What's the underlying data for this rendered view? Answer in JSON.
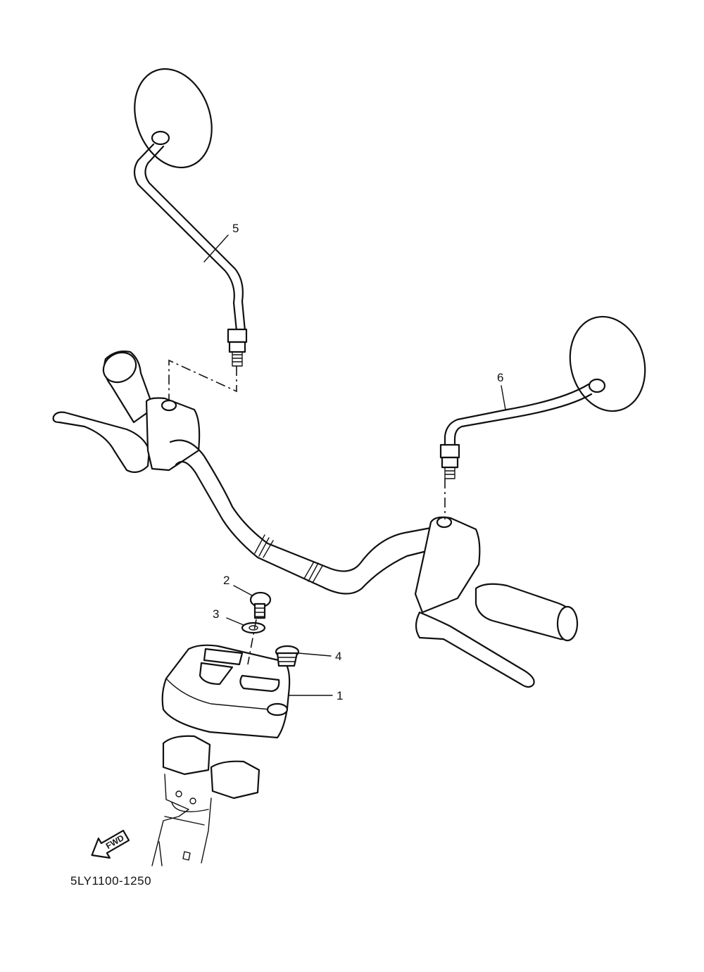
{
  "diagram": {
    "callouts": [
      {
        "id": "1",
        "label": "1"
      },
      {
        "id": "2",
        "label": "2"
      },
      {
        "id": "3",
        "label": "3"
      },
      {
        "id": "4",
        "label": "4"
      },
      {
        "id": "5",
        "label": "5"
      },
      {
        "id": "6",
        "label": "6"
      }
    ],
    "direction_marker": "FWD",
    "drawing_code": "5LY1100-1250"
  }
}
